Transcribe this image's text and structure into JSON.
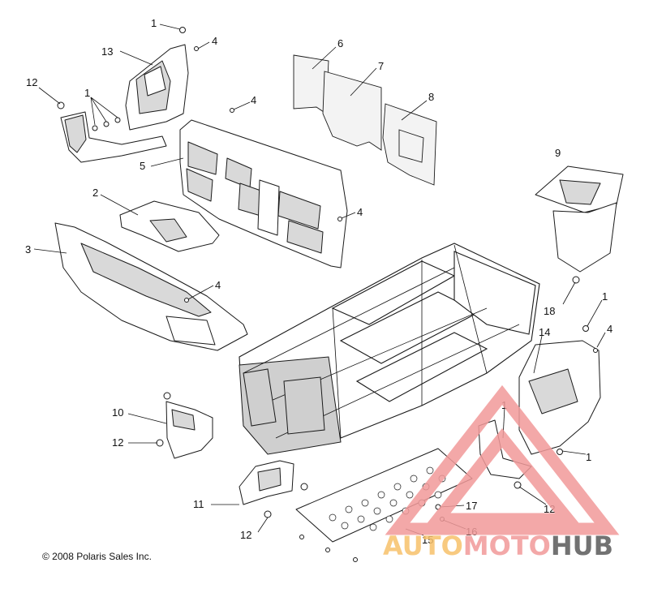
{
  "diagram": {
    "callouts": [
      {
        "id": "c1a",
        "label": "1"
      },
      {
        "id": "c4a",
        "label": "4"
      },
      {
        "id": "c13",
        "label": "13"
      },
      {
        "id": "c12a",
        "label": "12"
      },
      {
        "id": "c1b",
        "label": "1"
      },
      {
        "id": "c6",
        "label": "6"
      },
      {
        "id": "c7",
        "label": "7"
      },
      {
        "id": "c8",
        "label": "8"
      },
      {
        "id": "c4b",
        "label": "4"
      },
      {
        "id": "c5",
        "label": "5"
      },
      {
        "id": "c9",
        "label": "9"
      },
      {
        "id": "c2",
        "label": "2"
      },
      {
        "id": "c4c",
        "label": "4"
      },
      {
        "id": "c3",
        "label": "3"
      },
      {
        "id": "c4d",
        "label": "4"
      },
      {
        "id": "c18",
        "label": "18"
      },
      {
        "id": "c1c",
        "label": "1"
      },
      {
        "id": "c14",
        "label": "14"
      },
      {
        "id": "c4e",
        "label": "4"
      },
      {
        "id": "c10",
        "label": "10"
      },
      {
        "id": "c12b",
        "label": "12"
      },
      {
        "id": "c1d",
        "label": "1"
      },
      {
        "id": "c1e",
        "label": "1"
      },
      {
        "id": "c11",
        "label": "11"
      },
      {
        "id": "c17",
        "label": "17"
      },
      {
        "id": "c12c",
        "label": "12"
      },
      {
        "id": "c12d",
        "label": "12"
      },
      {
        "id": "c16",
        "label": "16"
      },
      {
        "id": "c15",
        "label": "15"
      }
    ],
    "copyright": "© 2008 Polaris Sales Inc."
  },
  "watermark": {
    "part1": "AUTO",
    "part2": "MOTO",
    "part3": "HUB",
    "color_primary": "#f29a9a",
    "color_secondary": "#f7c16b",
    "color_dark": "#5a5a5a"
  }
}
